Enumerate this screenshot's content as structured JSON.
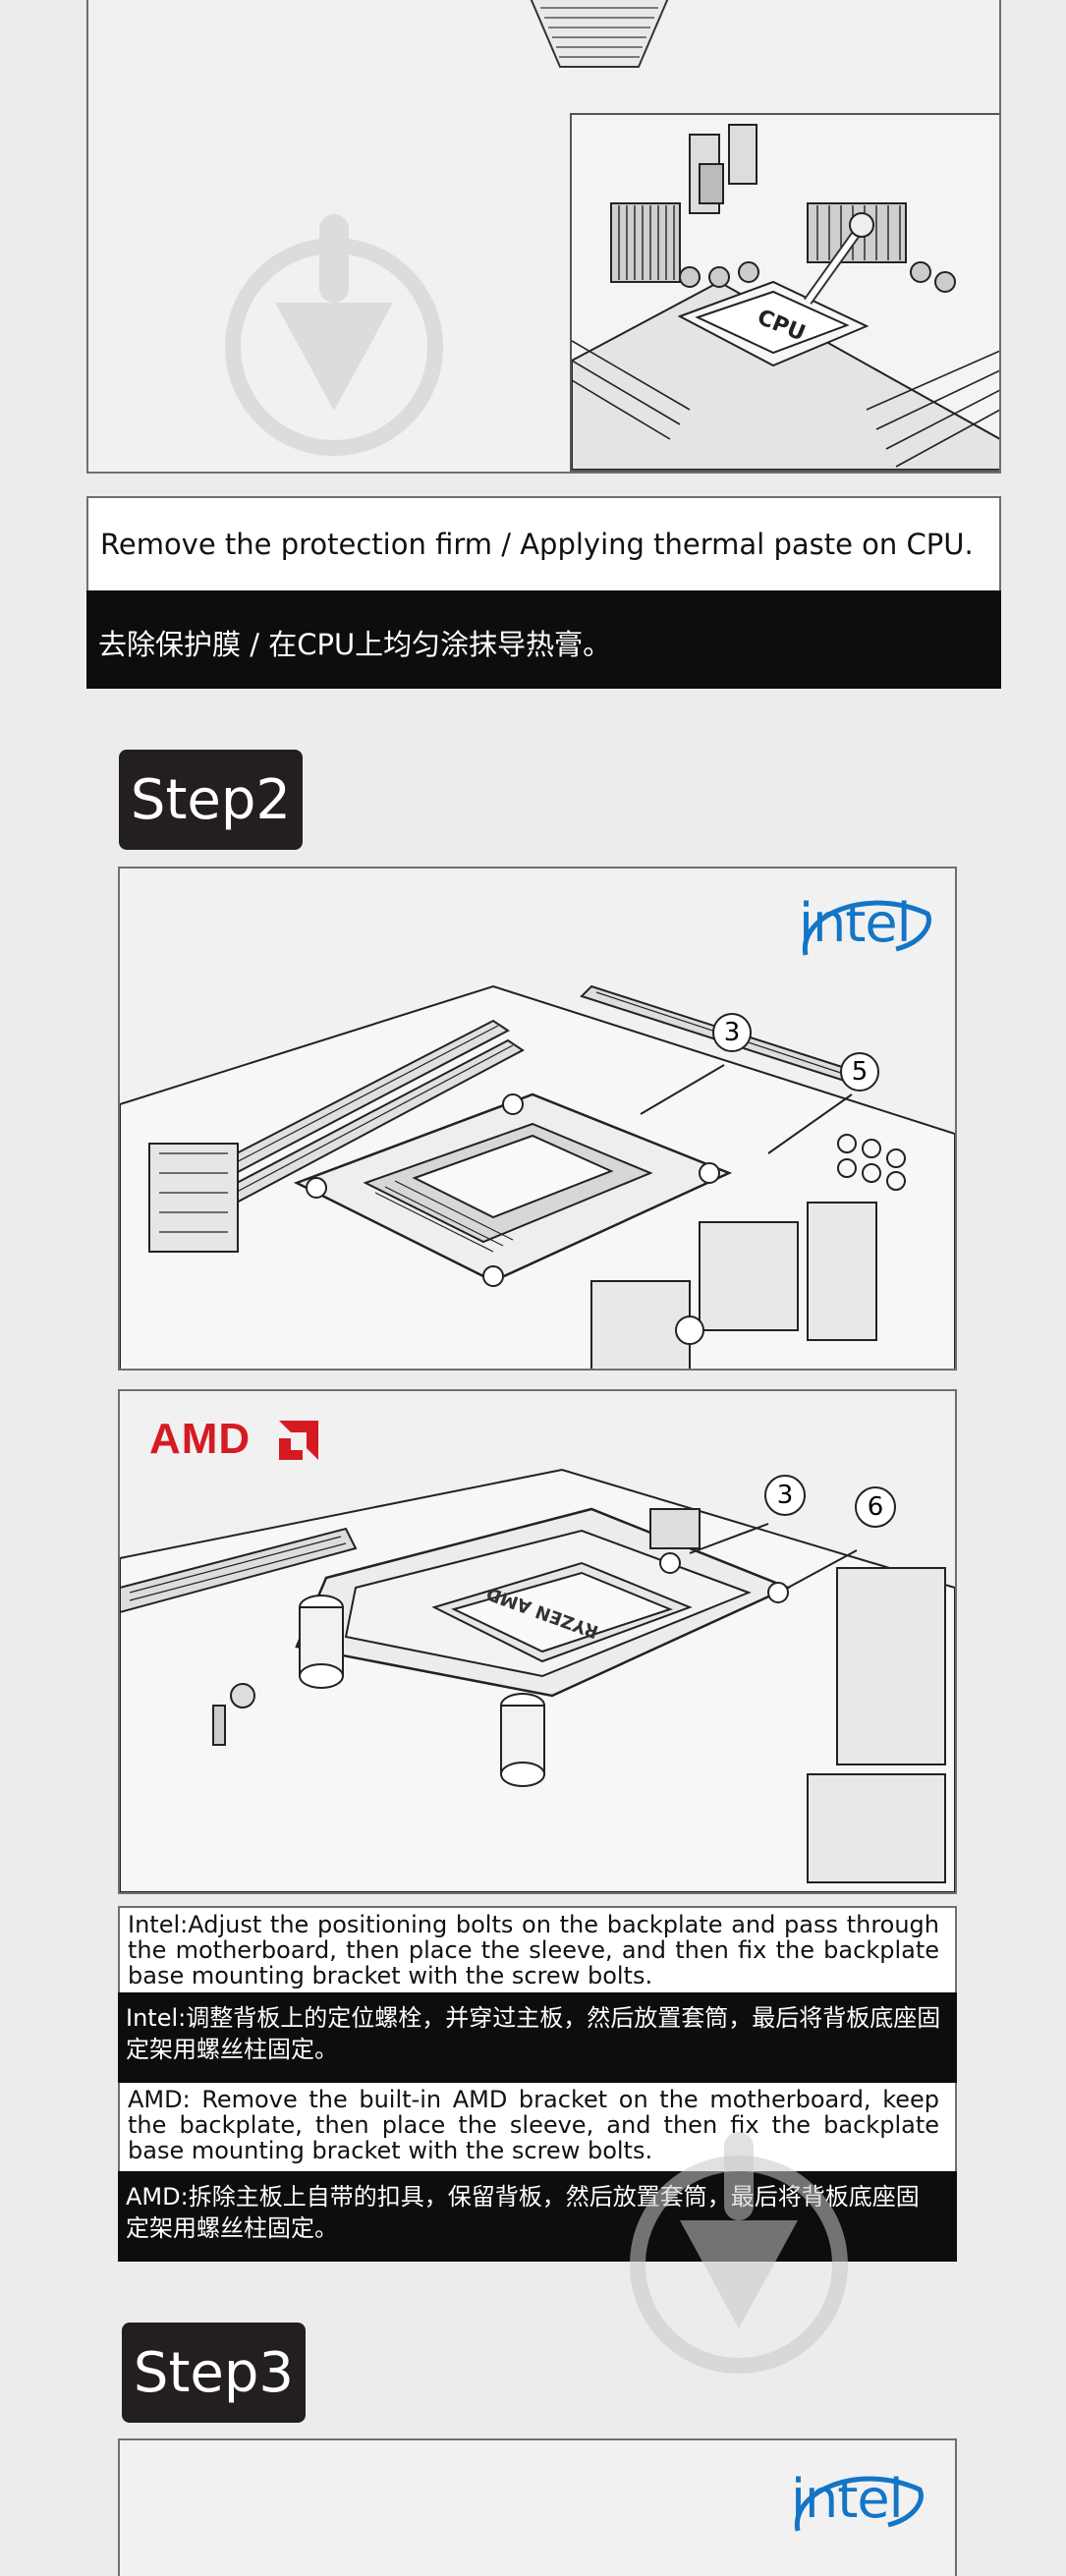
{
  "step1": {
    "caption_en": "Remove the protection firm / Applying thermal paste on CPU.",
    "caption_zh": "去除保护膜 / 在CPU上均匀涂抹导热膏。",
    "cpu_label": "CPU"
  },
  "step2": {
    "badge": "Step2",
    "intel_logo": "intel",
    "amd_logo": "AMD",
    "intel_callouts": [
      "3",
      "5"
    ],
    "amd_callouts": [
      "3",
      "6"
    ],
    "amd_chip_label": "RYZEN AMD",
    "intel_en": "Intel:Adjust the positioning bolts on the backplate and pass through the motherboard, then place the sleeve, and then fix the backplate base mounting bracket with the screw bolts.",
    "intel_zh": "Intel:调整背板上的定位螺栓，并穿过主板，然后放置套筒，最后将背板底座固定架用螺丝柱固定。",
    "amd_en": "AMD: Remove the built-in AMD bracket on the motherboard, keep the backplate, then place the sleeve, and then fix the backplate base mounting bracket with the screw bolts.",
    "amd_zh": "AMD:拆除主板上自带的扣具，保留背板，然后放置套筒，最后将背板底座固定架用螺丝柱固定。"
  },
  "step3": {
    "badge": "Step3",
    "intel_logo": "intel"
  },
  "colors": {
    "background": "#ececec",
    "badge": "#231f1f",
    "intel_blue": "#1475c6",
    "amd_red": "#d61a22",
    "caption_black": "#0d0d0d"
  }
}
